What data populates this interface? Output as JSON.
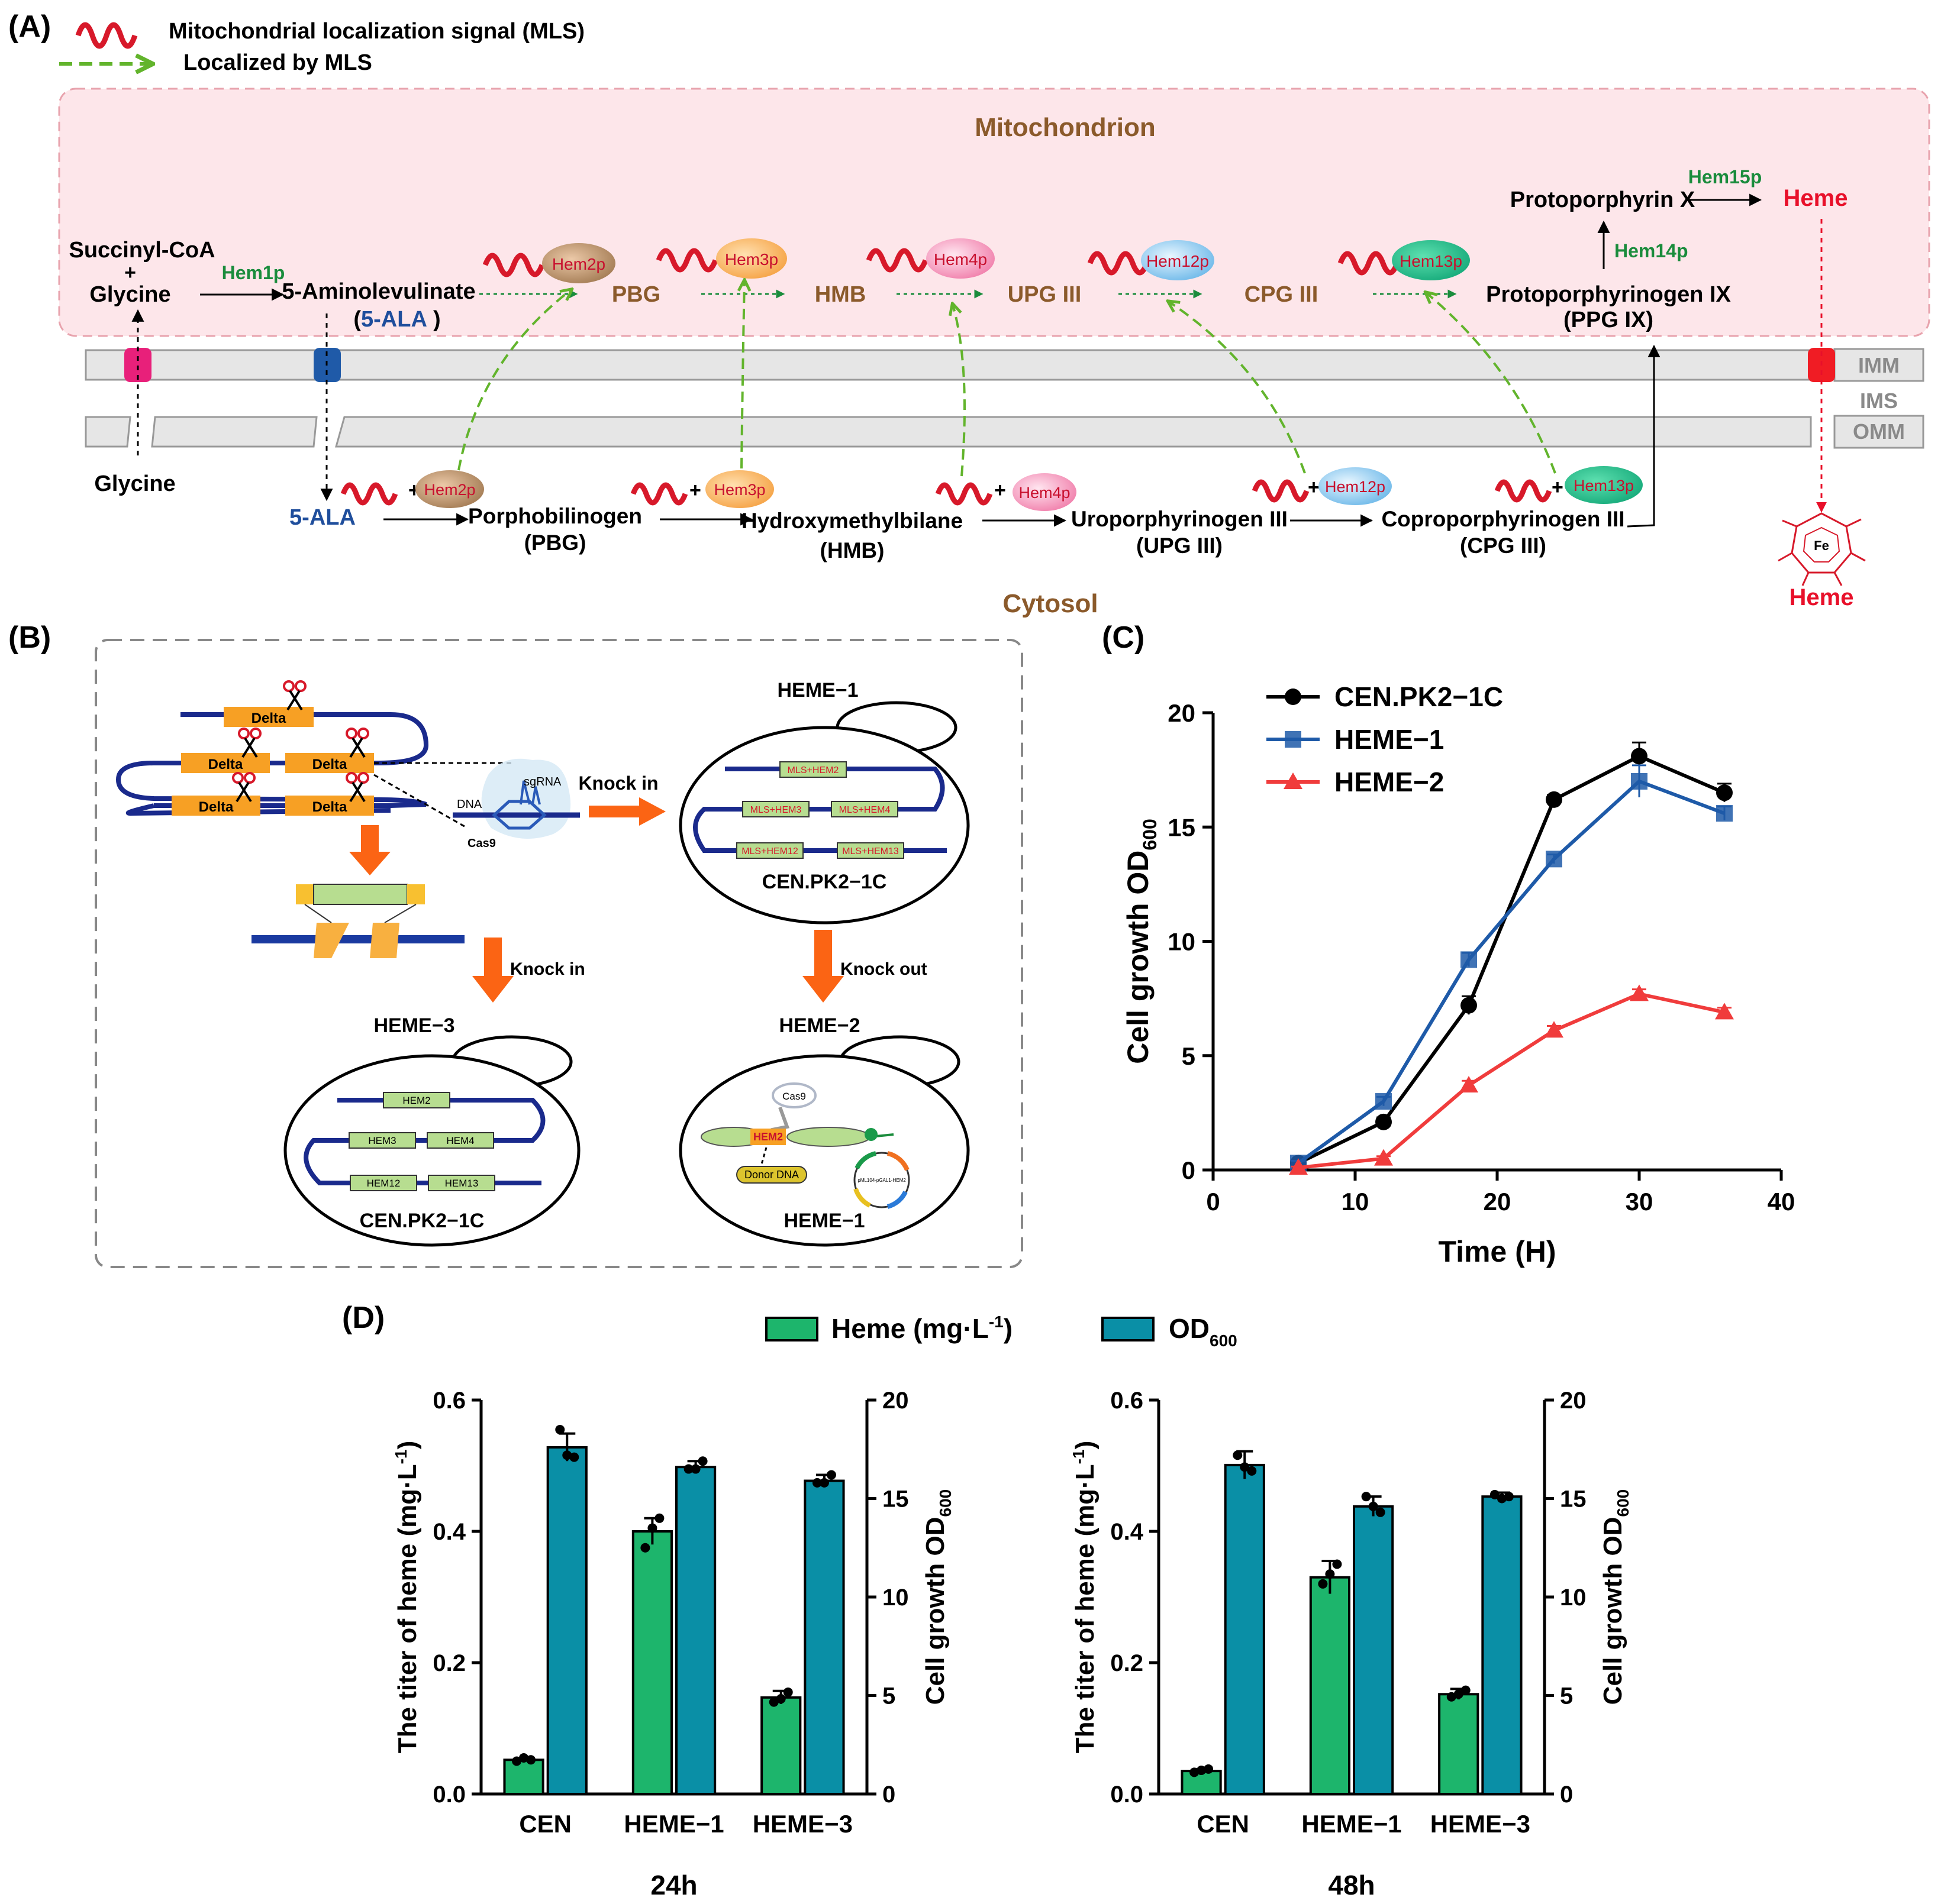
{
  "panel_labels": {
    "a": "(A)",
    "b": "(B)",
    "c": "(C)",
    "d": "(D)"
  },
  "colors": {
    "mls_red": "#d7192a",
    "mls_arrow_green": "#62b42c",
    "mito_fill": "#fde6ea",
    "compartment_brown": "#8b5a2b",
    "heme_red": "#e8102a",
    "ala_blue": "#1f4e9c",
    "enzyme_green": "#1a8c3c",
    "cen_black": "#000000",
    "heme1_blue": "#1e5aa8",
    "heme2_red": "#f03c3c",
    "bar_green": "#1db56c",
    "bar_teal": "#0a8fa6",
    "delta_orange": "#f7a024",
    "dna_navy": "#1a2a8c",
    "gene_green": "#b7dd90"
  },
  "A": {
    "legend": {
      "mls": "Mitochondrial localization signal (MLS)",
      "localized": "Localized by MLS"
    },
    "mitochondrion": "Mitochondrion",
    "cytosol": "Cytosol",
    "membranes": {
      "imm": "IMM",
      "ims": "IMS",
      "omm": "OMM"
    },
    "mito": {
      "succinyl": "Succinyl-CoA",
      "plus": "+",
      "glycine": "Glycine",
      "hem1p": "Hem1p",
      "ala_name": "5-Aminolevulinate",
      "ala_abbr_open": "(",
      "ala_abbr": "5-ALA",
      "ala_abbr_close": ")",
      "enzymes": [
        "Hem2p",
        "Hem3p",
        "Hem4p",
        "Hem12p",
        "Hem13p"
      ],
      "intermediates": [
        "PBG",
        "HMB",
        "UPG III",
        "CPG III"
      ],
      "ppg_name": "Protoporphyrinogen  IX",
      "ppg_abbr": "(PPG IX)",
      "hem14p": "Hem14p",
      "protox": "Protoporphyrin X",
      "hem15p": "Hem15p",
      "heme": "Heme"
    },
    "cyto": {
      "glycine": "Glycine",
      "ala": "5-ALA",
      "plus": "+",
      "enzymes": [
        "Hem2p",
        "Hem3p",
        "Hem4p",
        "Hem12p",
        "Hem13p"
      ],
      "products": [
        {
          "name": "Porphobilinogen",
          "abbr": "(PBG)"
        },
        {
          "name": "Hydroxymethylbilane",
          "abbr": "(HMB)"
        },
        {
          "name": "Uroporphyrinogen III",
          "abbr": "(UPG III)"
        },
        {
          "name": "Coproporphyrinogen III",
          "abbr": "(CPG III)"
        }
      ],
      "heme": "Heme",
      "fe": "Fe"
    }
  },
  "B": {
    "delta": "Delta",
    "dna": "DNA",
    "sgrna": "sgRNA",
    "cas9": "Cas9",
    "knock_in": "Knock in",
    "knock_out": "Knock out",
    "heme1_title": "HEME−1",
    "heme1_strain": "CEN.PK2−1C",
    "heme1_cassettes": [
      "MLS+HEM2",
      "MLS+HEM3",
      "MLS+HEM4",
      "MLS+HEM12",
      "MLS+HEM13"
    ],
    "heme3_title": "HEME−3",
    "heme3_strain": "CEN.PK2−1C",
    "heme3_genes": [
      "HEM2",
      "HEM3",
      "HEM4",
      "HEM12",
      "HEM13"
    ],
    "heme2_title": "HEME−2",
    "heme2_strain": "HEME−1",
    "heme2_cas9": "Cas9",
    "heme2_gene": "HEM2",
    "donor": "Donor DNA",
    "plasmid_text": "pML104-pGAL1-HEM2"
  },
  "chart_data": [
    {
      "type": "line",
      "panel": "C",
      "xlabel": "Time  (H)",
      "ylabel_main": "Cell growth OD",
      "ylabel_sub": "600",
      "xlim": [
        0,
        40
      ],
      "ylim": [
        0,
        20
      ],
      "xticks": [
        0,
        10,
        20,
        30,
        40
      ],
      "yticks": [
        0,
        5,
        10,
        15,
        20
      ],
      "legend_position": "top-left",
      "series": [
        {
          "name": "CEN.PK2−1C",
          "marker": "circle",
          "color": "#000000",
          "x": [
            6,
            12,
            18,
            24,
            30,
            36
          ],
          "y": [
            0.3,
            2.1,
            7.2,
            16.2,
            18.1,
            16.5
          ],
          "err": [
            0.1,
            0.2,
            0.4,
            0.2,
            0.6,
            0.4
          ]
        },
        {
          "name": "HEME−1",
          "marker": "square",
          "color": "#1e5aa8",
          "x": [
            6,
            12,
            18,
            24,
            30,
            36
          ],
          "y": [
            0.3,
            3.0,
            9.2,
            13.6,
            17.0,
            15.6
          ],
          "err": [
            0.1,
            0.2,
            0.3,
            0.2,
            0.7,
            0.3
          ]
        },
        {
          "name": "HEME−2",
          "marker": "triangle",
          "color": "#f03c3c",
          "x": [
            6,
            12,
            18,
            24,
            30,
            36
          ],
          "y": [
            0.1,
            0.5,
            3.7,
            6.1,
            7.7,
            6.9
          ],
          "err": [
            0.05,
            0.1,
            0.2,
            0.2,
            0.2,
            0.2
          ]
        }
      ]
    },
    {
      "type": "bar",
      "panel": "D",
      "title": "24h",
      "categories": [
        "CEN",
        "HEME−1",
        "HEME−3"
      ],
      "ylabel_left": "The titer of heme (mg·L",
      "ylabel_left_sup": "-1",
      "ylabel_left_close": ")",
      "ylabel_right": "Cell growth OD",
      "ylabel_right_sub": "600",
      "ylim_left": [
        0,
        0.6
      ],
      "yticks_left": [
        "0.0",
        "0.2",
        "0.4",
        "0.6"
      ],
      "ylim_right": [
        0,
        20
      ],
      "yticks_right": [
        "0",
        "5",
        "10",
        "15",
        "20"
      ],
      "series": [
        {
          "name": "Heme (mg·L-1)",
          "axis": "left",
          "values": [
            0.052,
            0.4,
            0.147
          ],
          "err": [
            0.003,
            0.02,
            0.01
          ],
          "points": [
            [
              0.05,
              0.055,
              0.052
            ],
            [
              0.375,
              0.405,
              0.42
            ],
            [
              0.14,
              0.145,
              0.155
            ]
          ]
        },
        {
          "name": "OD600",
          "axis": "right",
          "values": [
            17.6,
            16.6,
            15.9
          ],
          "err": [
            0.7,
            0.3,
            0.3
          ],
          "points": [
            [
              18.5,
              17.2,
              17.1
            ],
            [
              16.5,
              16.5,
              16.9
            ],
            [
              15.8,
              15.8,
              16.2
            ]
          ]
        }
      ]
    },
    {
      "type": "bar",
      "panel": "D",
      "title": "48h",
      "categories": [
        "CEN",
        "HEME−1",
        "HEME−3"
      ],
      "ylabel_left": "The titer of heme (mg·L",
      "ylabel_left_sup": "-1",
      "ylabel_left_close": ")",
      "ylabel_right": "Cell growth OD",
      "ylabel_right_sub": "600",
      "ylim_left": [
        0,
        0.6
      ],
      "yticks_left": [
        "0.0",
        "0.2",
        "0.4",
        "0.6"
      ],
      "ylim_right": [
        0,
        20
      ],
      "yticks_right": [
        "0",
        "5",
        "10",
        "15",
        "20"
      ],
      "series": [
        {
          "name": "Heme (mg·L-1)",
          "axis": "left",
          "values": [
            0.035,
            0.33,
            0.152
          ],
          "err": [
            0.003,
            0.025,
            0.008
          ],
          "points": [
            [
              0.033,
              0.036,
              0.038
            ],
            [
              0.32,
              0.335,
              0.35
            ],
            [
              0.148,
              0.152,
              0.158
            ]
          ]
        },
        {
          "name": "OD600",
          "axis": "right",
          "values": [
            16.7,
            14.6,
            15.1
          ],
          "err": [
            0.7,
            0.5,
            0.2
          ],
          "points": [
            [
              17.2,
              16.6,
              16.4
            ],
            [
              15.1,
              14.6,
              14.3
            ],
            [
              15.2,
              15.0,
              15.1
            ]
          ]
        }
      ]
    }
  ],
  "D_legend": {
    "heme": "Heme (mg·L",
    "heme_sup": "-1",
    "heme_close": ")",
    "od": "OD",
    "od_sub": "600"
  }
}
